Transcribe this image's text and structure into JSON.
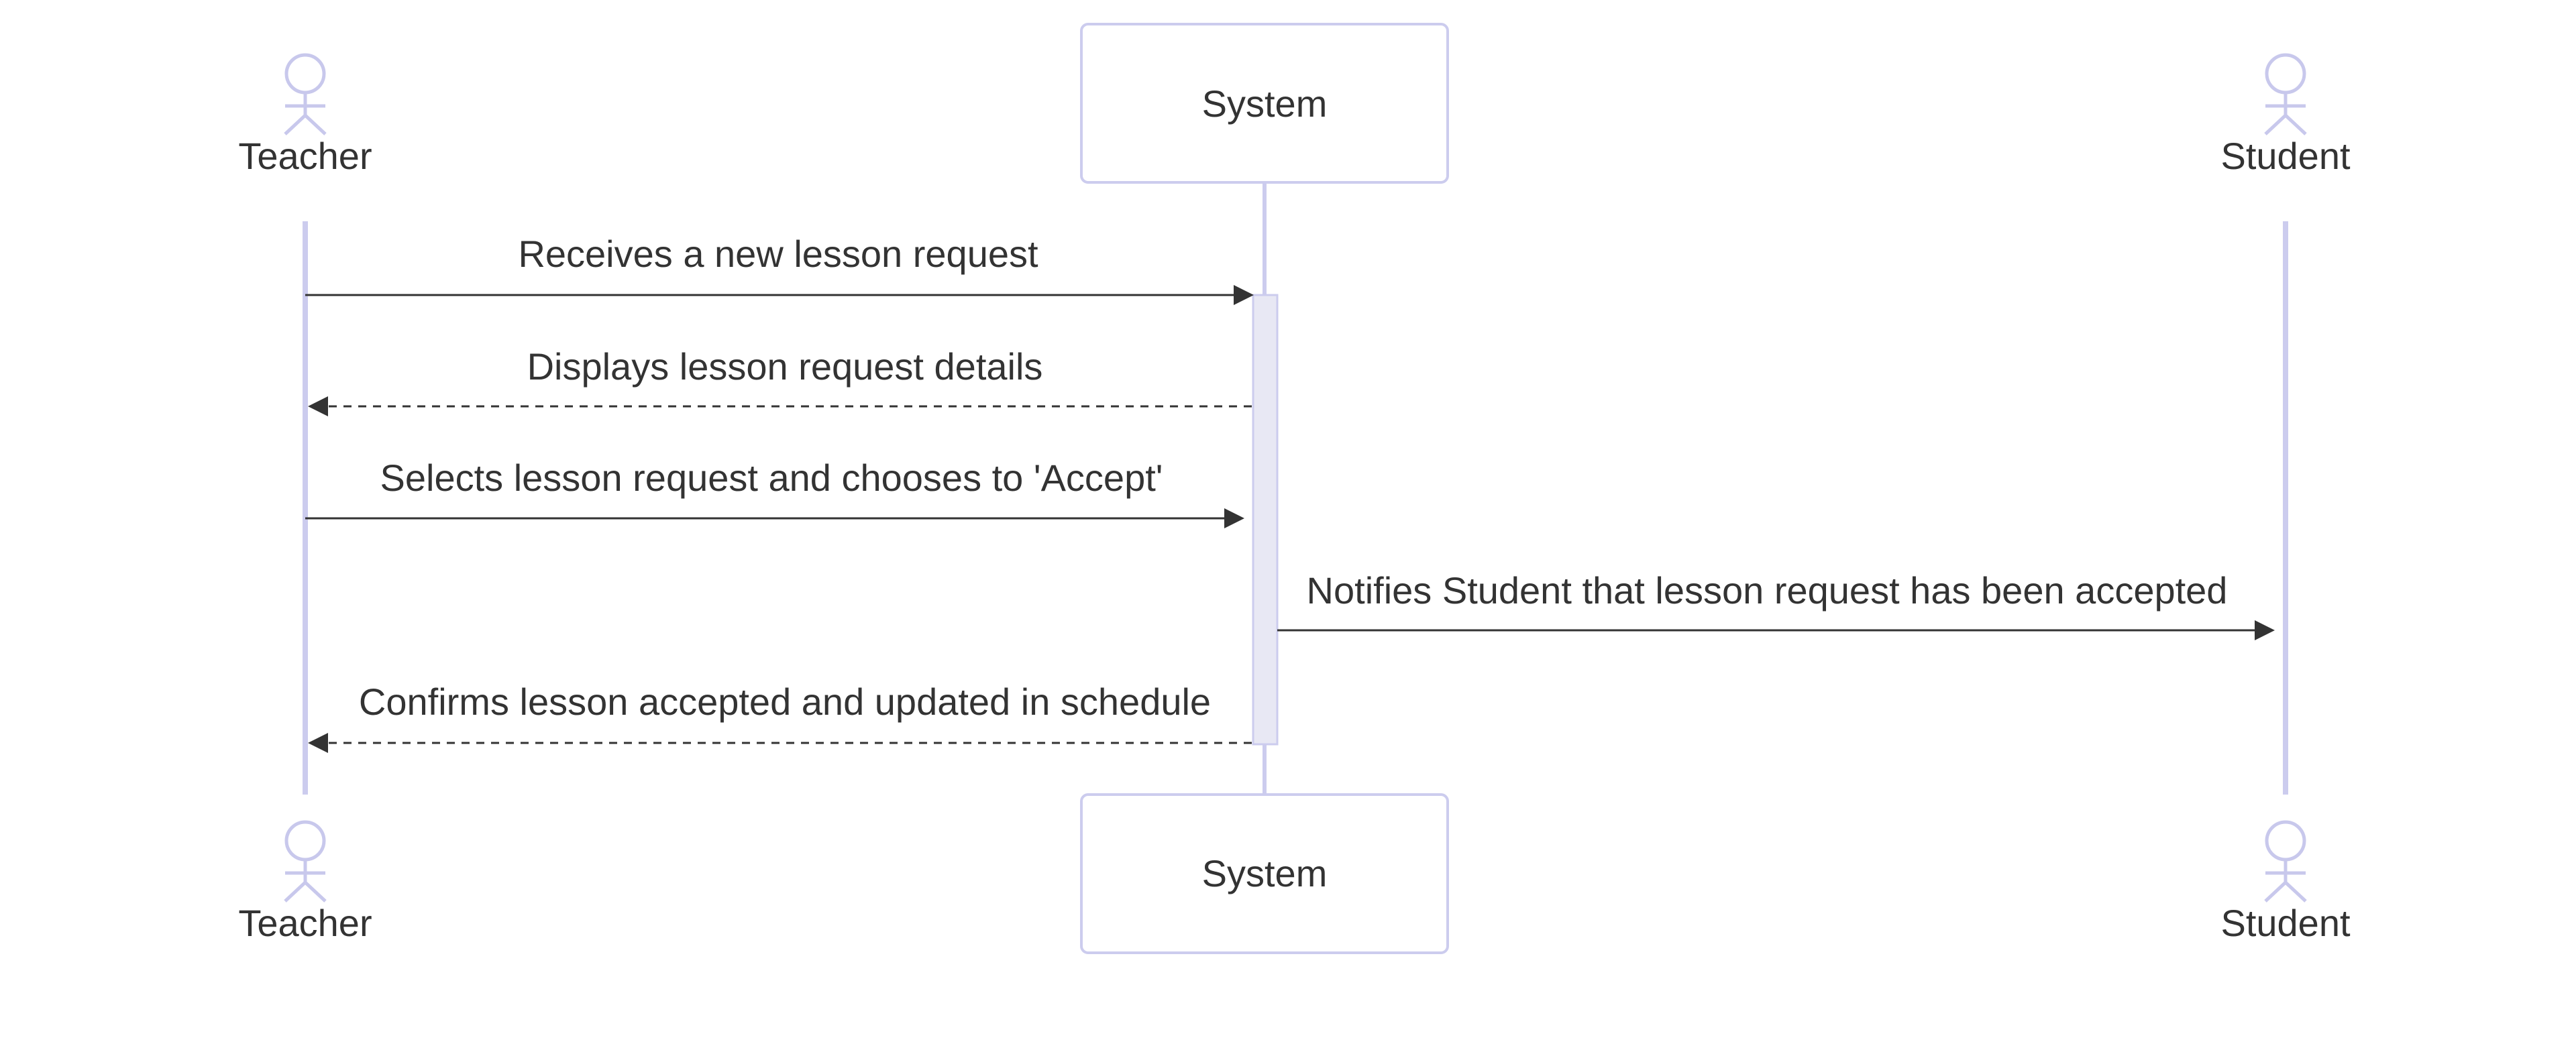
{
  "colors": {
    "lifeline": "#ccccee",
    "box_stroke": "#ccccee",
    "box_fill": "#ffffff",
    "activation_fill": "#e8e8f4",
    "actor_stroke": "#c8c8ec",
    "text": "#333333",
    "arrow": "#333333"
  },
  "participants": {
    "teacher": {
      "label": "Teacher",
      "kind": "actor"
    },
    "system": {
      "label": "System",
      "kind": "box"
    },
    "student": {
      "label": "Student",
      "kind": "actor"
    }
  },
  "messages": [
    {
      "text": "Receives a new lesson request",
      "from": "teacher",
      "to": "system",
      "style": "solid"
    },
    {
      "text": "Displays lesson request details",
      "from": "system",
      "to": "teacher",
      "style": "dashed"
    },
    {
      "text": "Selects lesson request and chooses to 'Accept'",
      "from": "teacher",
      "to": "system",
      "style": "solid"
    },
    {
      "text": "Notifies Student that lesson request has been accepted",
      "from": "system",
      "to": "student",
      "style": "solid"
    },
    {
      "text": "Confirms lesson accepted and updated in schedule",
      "from": "system",
      "to": "teacher",
      "style": "dashed"
    }
  ]
}
